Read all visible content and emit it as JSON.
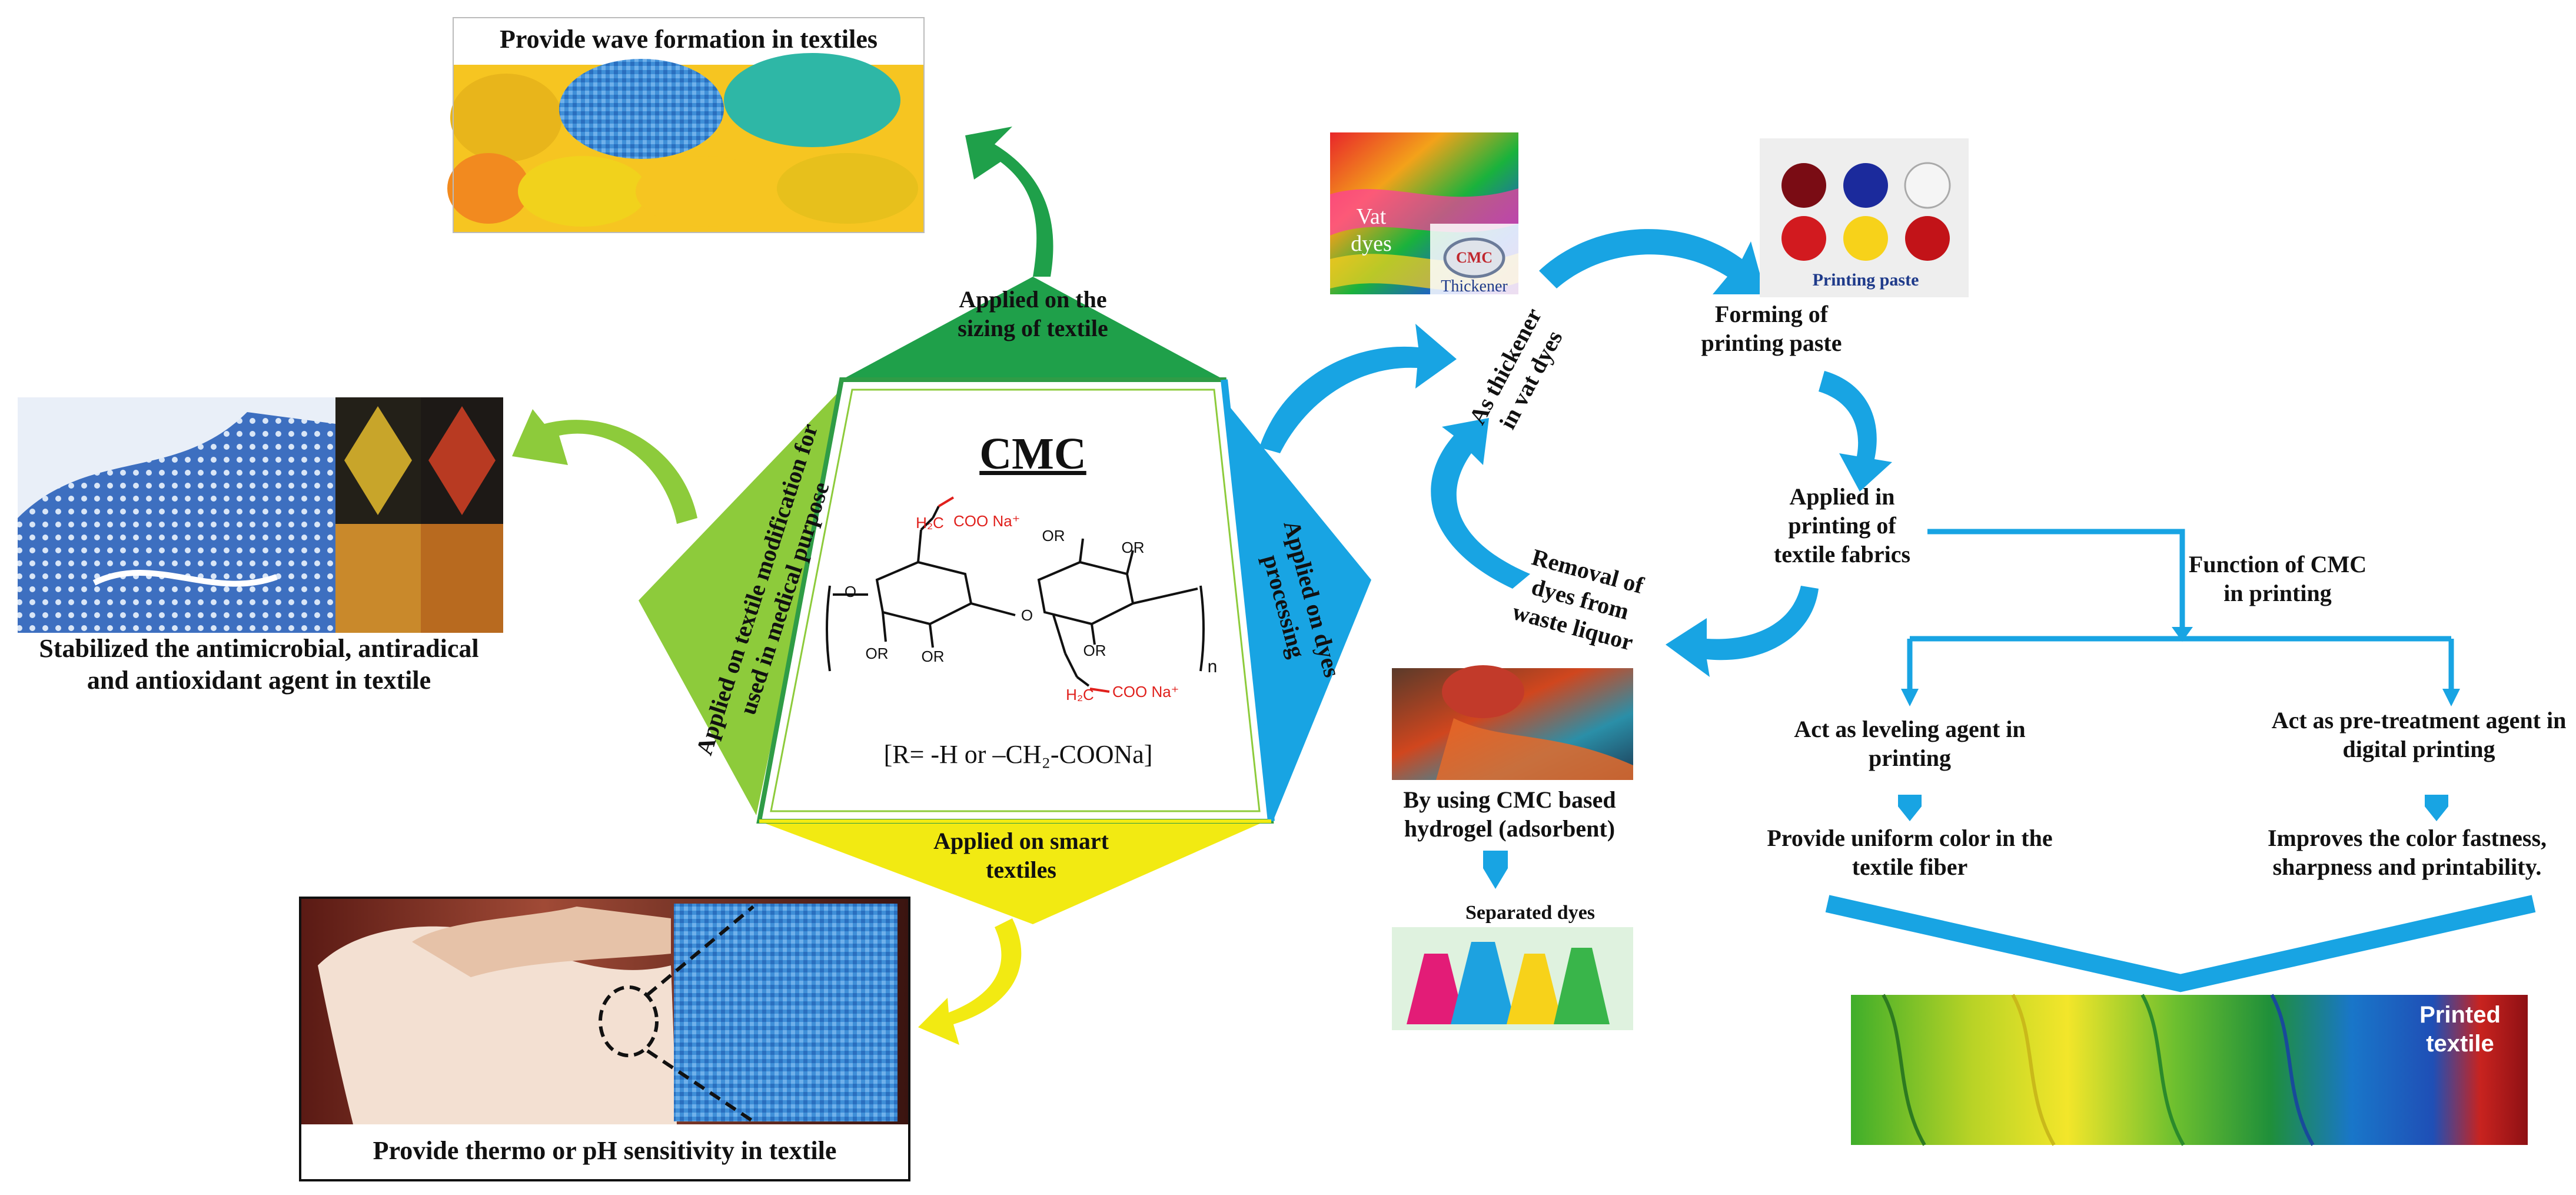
{
  "colors": {
    "green_dark": "#1fa04a",
    "green_light": "#8dcb3b",
    "blue": "#18a4e3",
    "yellow": "#f2ea12",
    "red_chem": "#e0201c"
  },
  "center": {
    "title": "CMC",
    "formula_caption": "[R= -H or –CH₂-COONa]",
    "chem": {
      "h2c_top": "H₂C",
      "coo_top": "COO Na⁺",
      "h2c_bottom": "H₂C",
      "coo_bottom": "COO Na⁺",
      "or": "OR",
      "o": "O",
      "n": "n"
    }
  },
  "segments": {
    "top": "Applied on the sizing of textile",
    "left": "Applied on textile modification for used in medical purpose",
    "right": "Applied on dyes processing",
    "bottom": "Applied on smart textiles"
  },
  "panels": {
    "sizing": "Provide wave formation  in textiles",
    "medical": "Stabilized the antimicrobial, antiradical and antioxidant agent in textile",
    "smart": "Provide thermo or pH sensitivity in textile"
  },
  "dyes": {
    "vat_label": "Vat dyes",
    "cmc_badge": "CMC",
    "thickener": "Thickener",
    "printing_paste_label": "Printing paste",
    "cycle_thickener": "As thickener in vat dyes",
    "cycle_paste": "Forming of printing paste",
    "cycle_applied": "Applied in printing of textile fabrics",
    "cycle_removal": "Removal of dyes from waste liquor",
    "hydrogel": "By using CMC based hydrogel (adsorbent)",
    "separated": "Separated dyes"
  },
  "printing": {
    "function_title": "Function of CMC in printing",
    "leveling": "Act as leveling agent in printing",
    "uniform": "Provide uniform color in the textile fiber",
    "pretreatment": "Act as pre-treatment agent in digital printing",
    "fastness": "Improves the color fastness, sharpness and printability.",
    "printed": "Printed textile"
  }
}
